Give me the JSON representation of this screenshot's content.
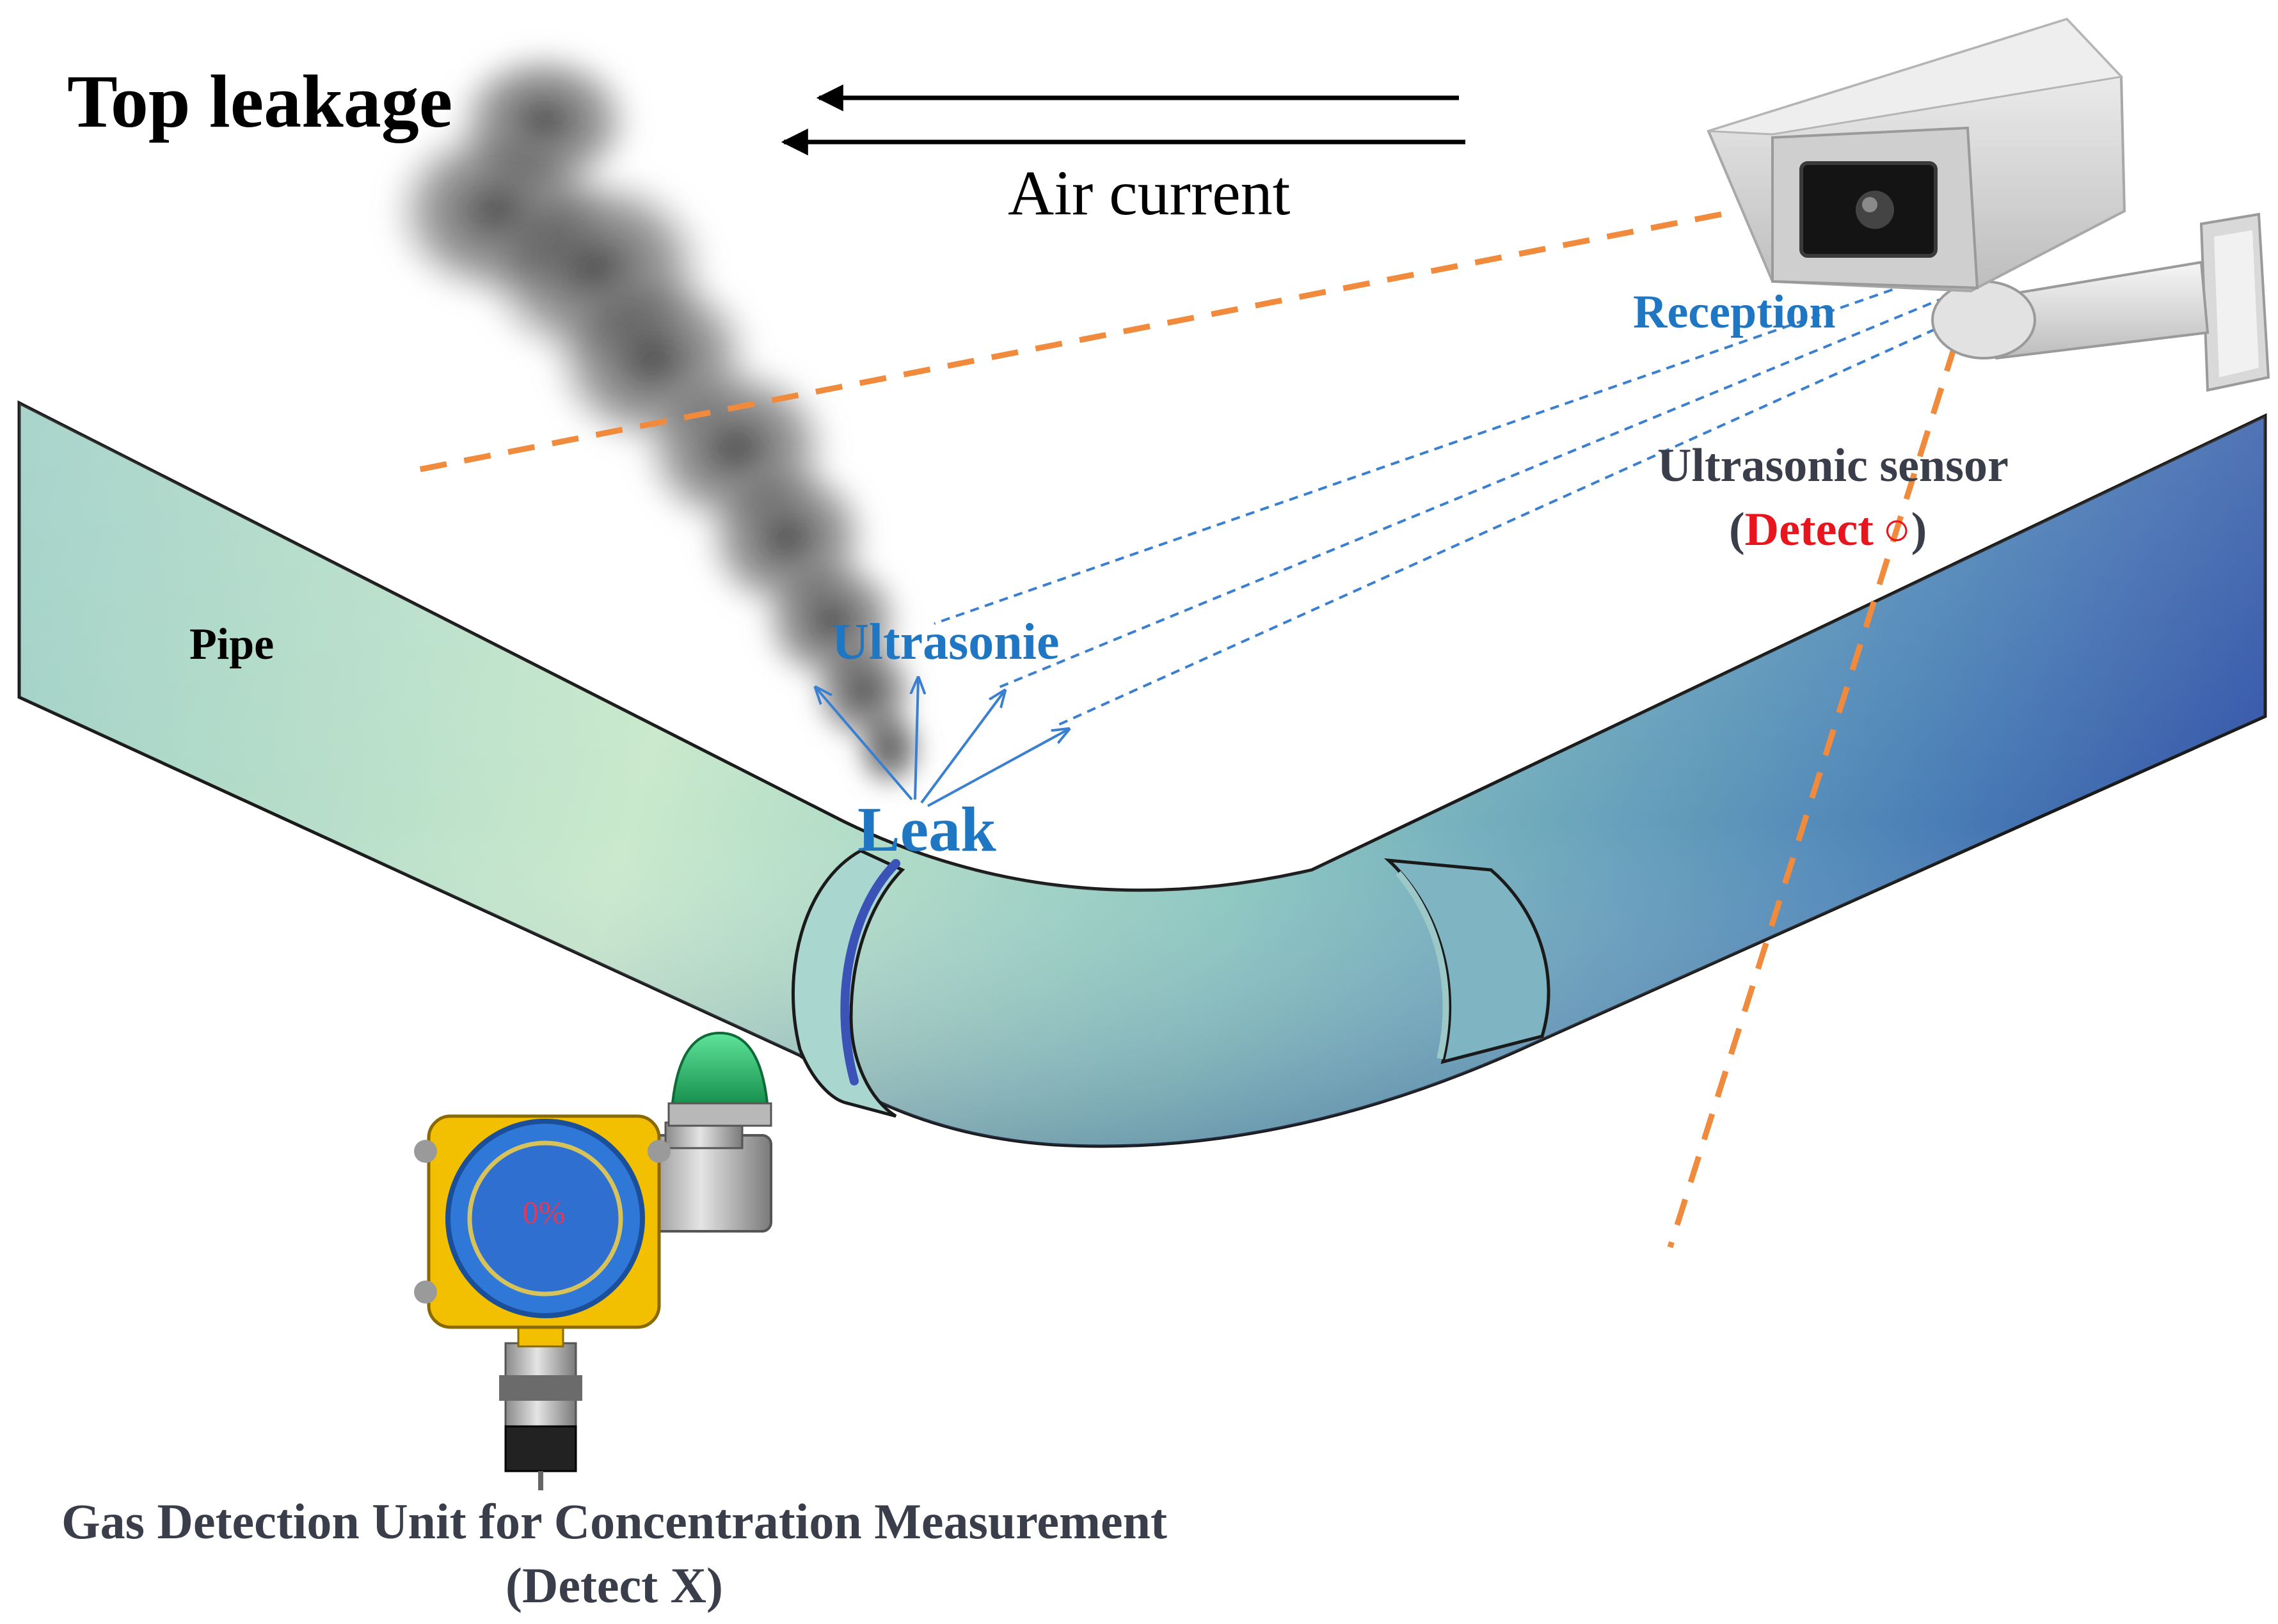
{
  "labels": {
    "title": "Top leakage",
    "air_current": "Air current",
    "reception": "Reception",
    "sensor_name": "Ultrasonic sensor",
    "sensor_status_open": "(",
    "sensor_status_detect": "Detect",
    "sensor_status_mark": "○",
    "sensor_status_close": ")",
    "pipe": "Pipe",
    "ultrasonic": "Ultrasonie",
    "leak": "Leak",
    "gauge_reading": "0%",
    "gas_unit_name": "Gas Detection Unit for Concentration Measurement",
    "gas_unit_status": "(Detect X)"
  },
  "colors": {
    "accent_blue": "#1f77c4",
    "detect_red": "#e8141e",
    "beam_orange": "#f08a3c",
    "wave_blue": "#3a7fd0",
    "detector_yellow": "#f2c000",
    "gauge_blue": "#2f78d8",
    "beacon_green": "#1fb060"
  },
  "icons": {
    "camera": "ultrasonic-camera-icon",
    "gas_detector": "gas-detector-icon",
    "smoke": "smoke-plume-icon"
  }
}
